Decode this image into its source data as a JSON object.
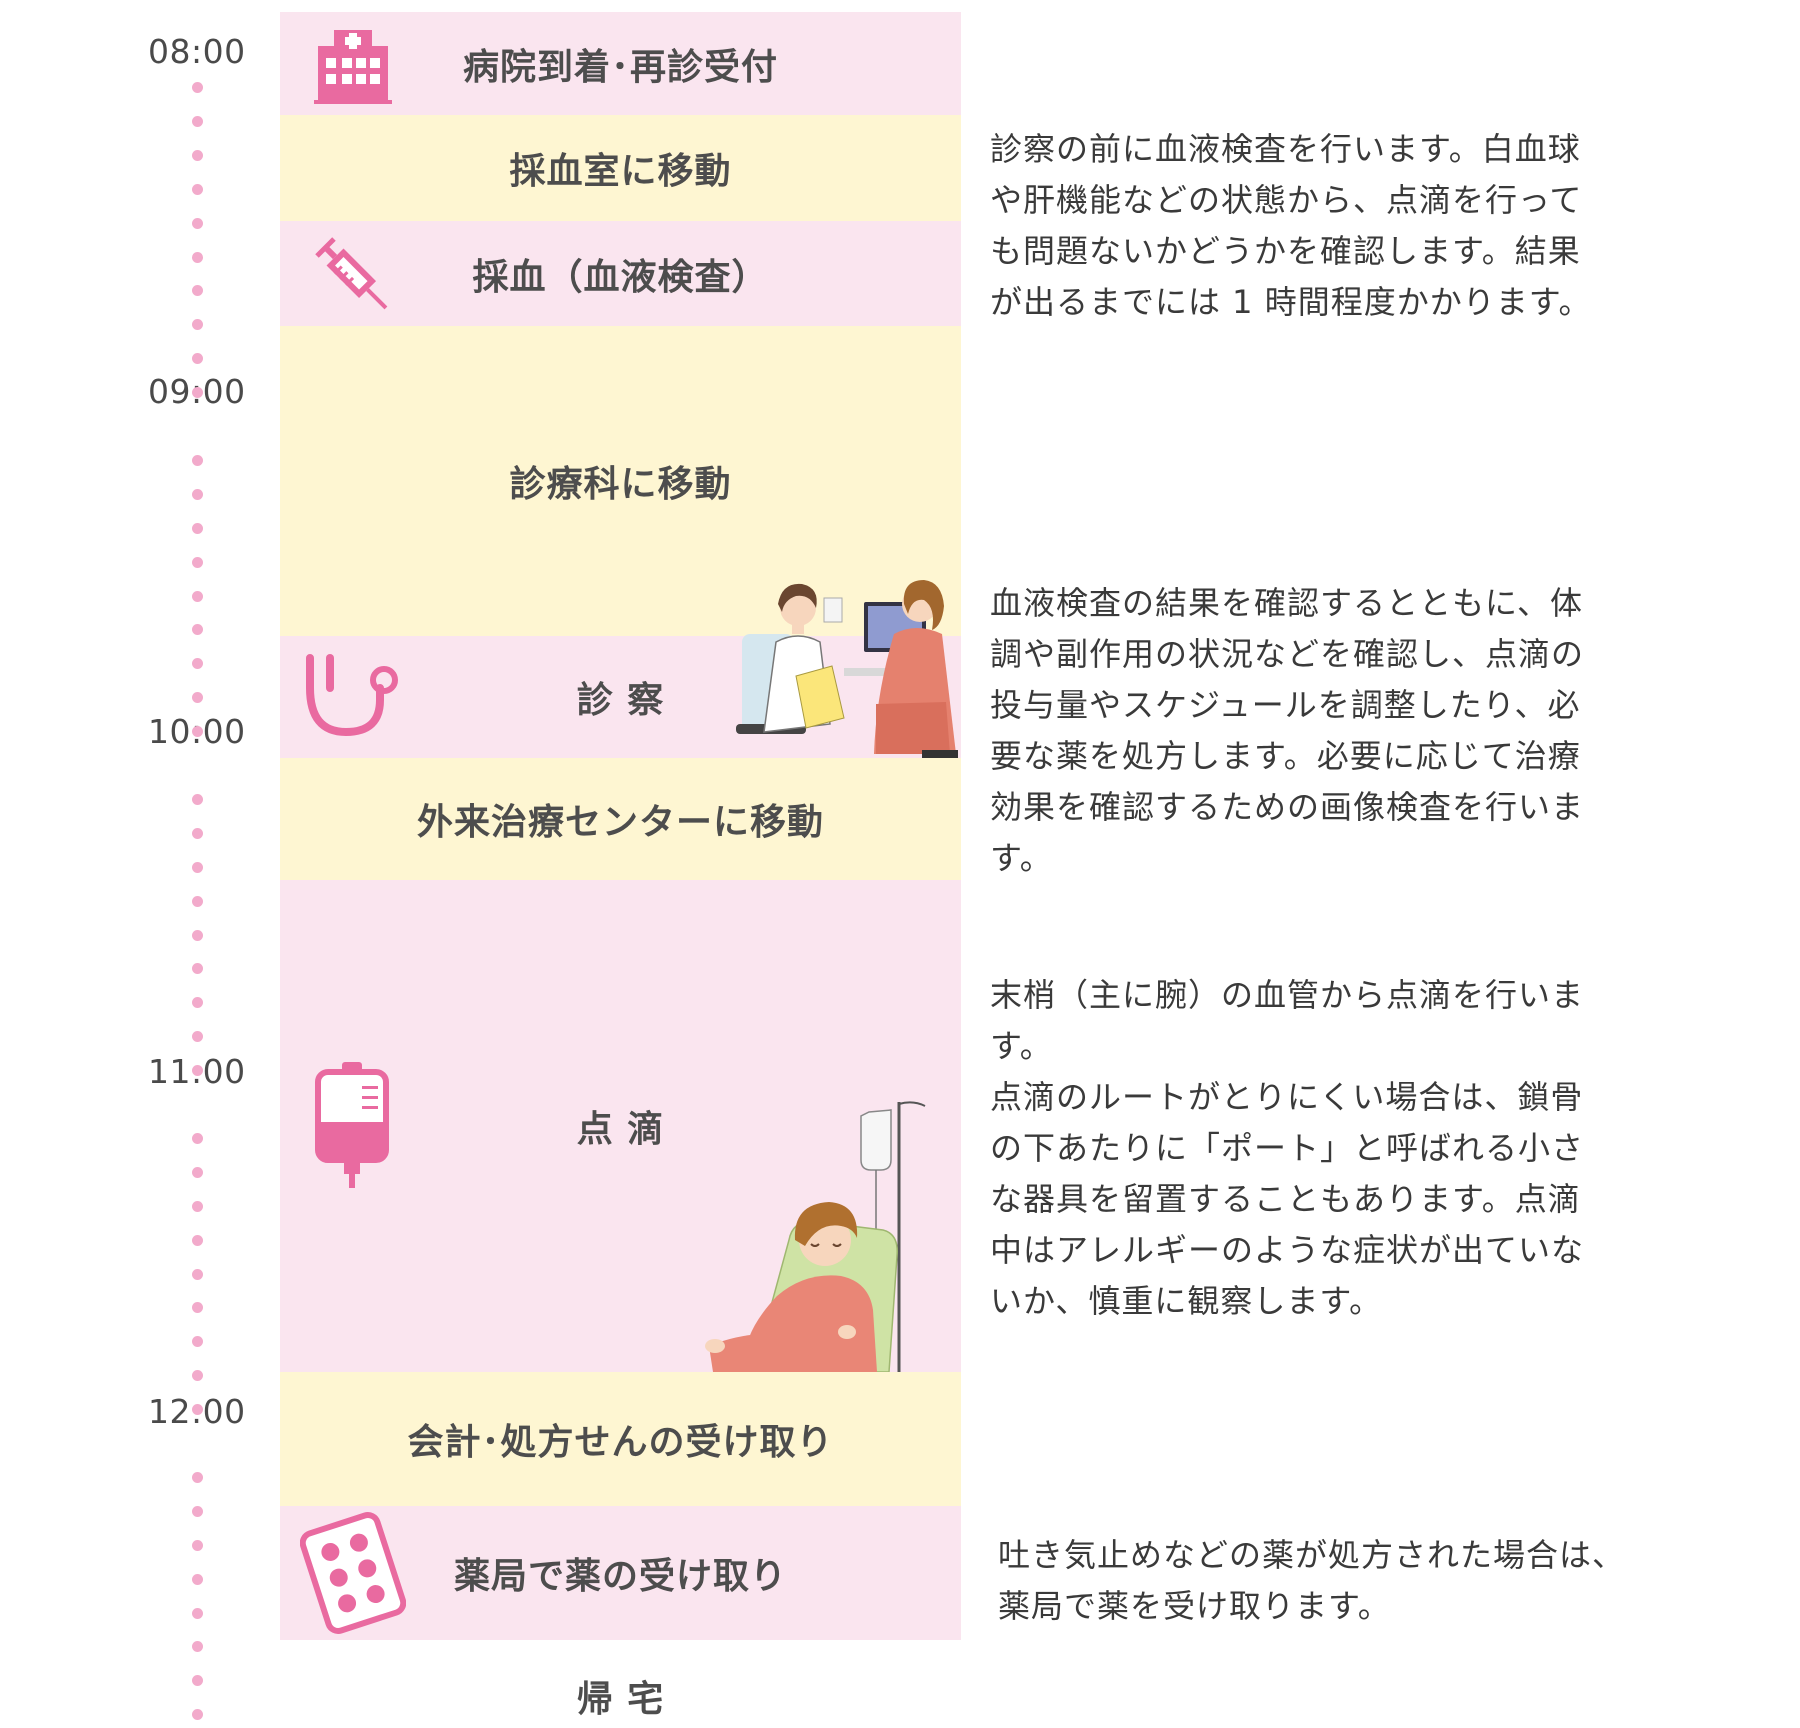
{
  "times": [
    "08:00",
    "09:00",
    "10:00",
    "11:00",
    "12:00"
  ],
  "steps": [
    {
      "label": "病院到着･再診受付",
      "icon": "hospital-icon"
    },
    {
      "label": "採血室に移動"
    },
    {
      "label": "採血（血液検査）",
      "icon": "syringe-icon"
    },
    {
      "label": "診療科に移動"
    },
    {
      "label": "診 察",
      "icon": "stethoscope-icon"
    },
    {
      "label": "外来治療センターに移動"
    },
    {
      "label": "点 滴",
      "icon": "iv-bag-icon"
    },
    {
      "label": "会計･処方せんの受け取り"
    },
    {
      "label": "薬局で薬の受け取り",
      "icon": "pills-icon"
    },
    {
      "label": "帰 宅"
    }
  ],
  "descriptions": {
    "blood_test": [
      "診察の前に血液検査を行います。白血球",
      "や肝機能などの状態から、点滴を行って",
      "も問題ないかどうかを確認します。結果",
      "が出るまでには 1 時間程度かかります。"
    ],
    "consultation": [
      "血液検査の結果を確認するとともに、体",
      "調や副作用の状況などを確認し、点滴の",
      "投与量やスケジュールを調整したり、必",
      "要な薬を処方します。必要に応じて治療",
      "効果を確認するための画像検査を行います。"
    ],
    "infusion": [
      "末梢（主に腕）の血管から点滴を行います。",
      "点滴のルートがとりにくい場合は、鎖骨",
      "の下あたりに「ポート」と呼ばれる小さ",
      "な器具を留置することもあります。点滴",
      "中はアレルギーのような症状が出ていな",
      "いか、慎重に観察します。"
    ],
    "pharmacy": [
      "吐き気止めなどの薬が処方された場合は、",
      "薬局で薬を受け取ります。"
    ]
  },
  "colors": {
    "pink_band": "#fae5ef",
    "yellow_band": "#fef6d2",
    "icon_pink": "#e96aa0",
    "timeline_dot": "#f2aacb"
  }
}
